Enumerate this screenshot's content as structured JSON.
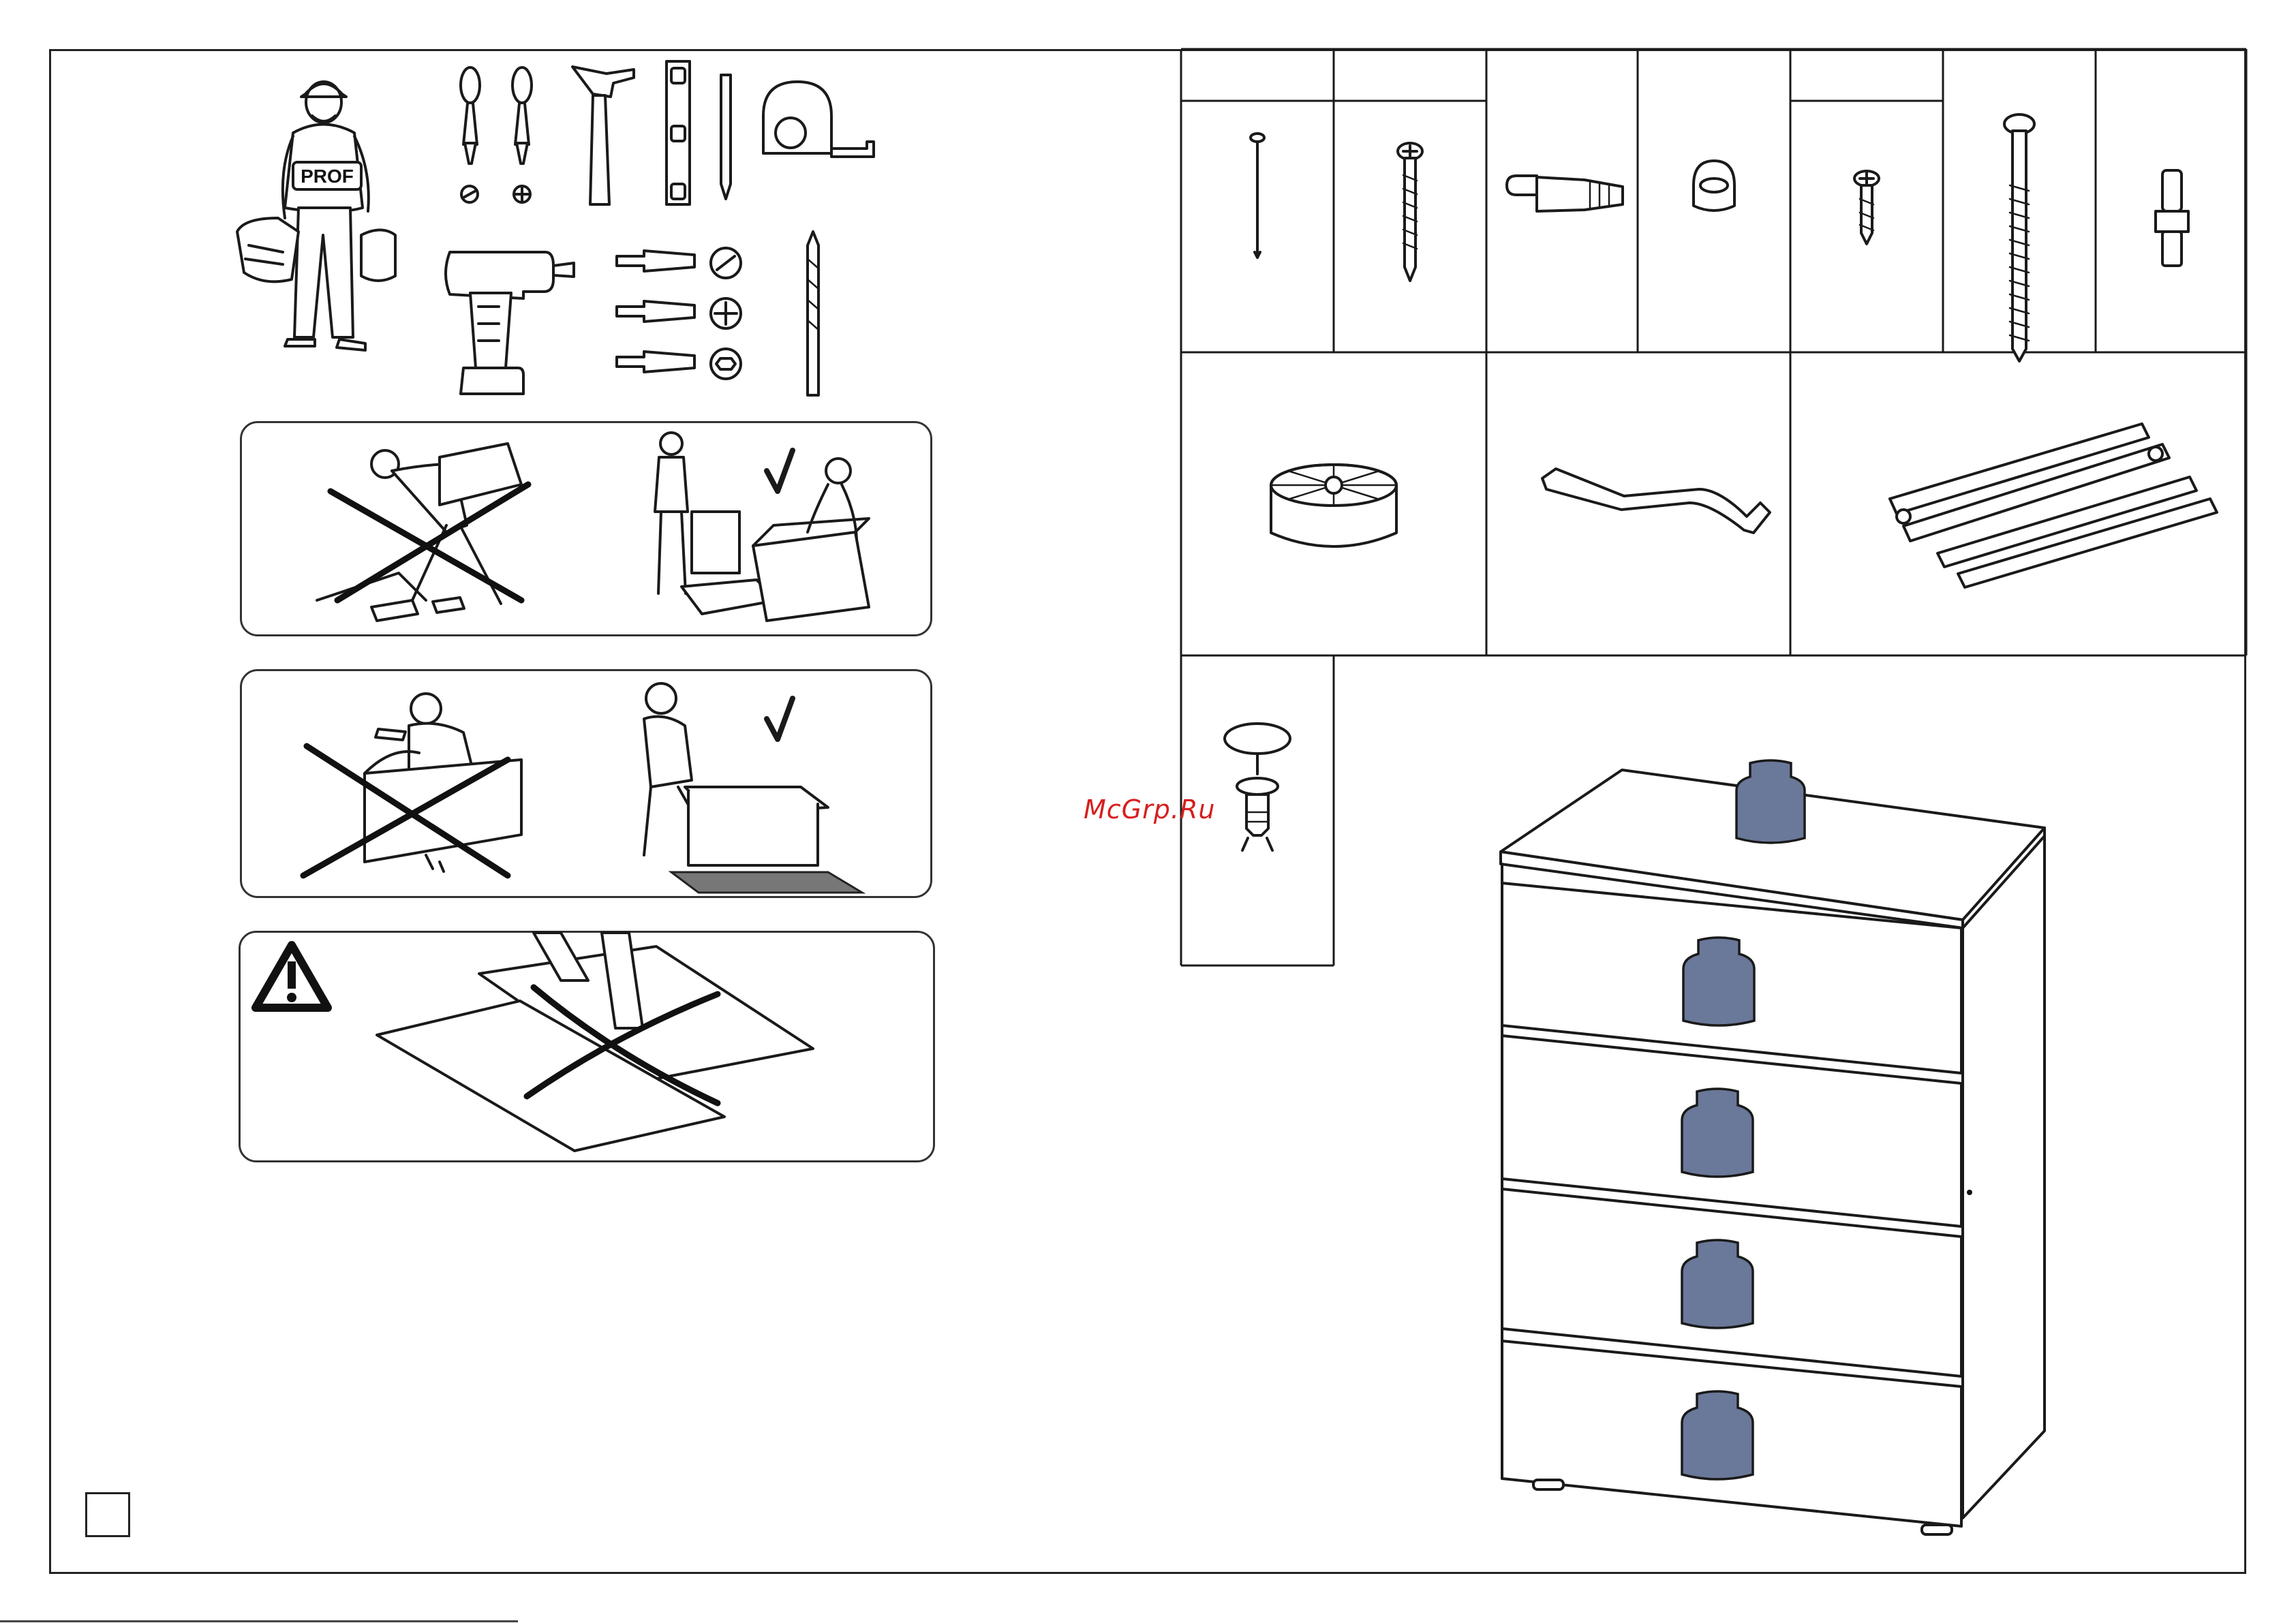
{
  "watermark": {
    "text": "McGrp.Ru",
    "color": "#d61f1f"
  },
  "tools": {
    "worker_label": "PROF",
    "icons": [
      "worker-icon",
      "flat-screwdriver-icon",
      "phillips-screwdriver-icon",
      "hammer-icon",
      "spirit-level-icon",
      "pencil-icon",
      "tape-measure-icon",
      "cordless-drill-icon",
      "flat-bit-icon",
      "phillips-bit-icon",
      "hex-bit-icon",
      "drill-bit-icon"
    ]
  },
  "guidance_panels": [
    {
      "wrong": "working-on-sawhorse",
      "right": "working-on-floor-with-helper"
    },
    {
      "wrong": "hammering-without-protection",
      "right": "assembling-on-mat"
    },
    {
      "warning": "do-not-walk-on-panels"
    }
  ],
  "hardware": [
    "nail-icon",
    "wood-screw-icon",
    "connector-bolt-icon",
    "cam-lock-icon",
    "short-screw-icon",
    "long-screw-icon",
    "dowel-pin-icon",
    "plastic-foot-icon",
    "hex-key-icon",
    "drawer-runner-icon",
    "shelf-support-icon"
  ],
  "colors": {
    "weight": "#6a7899",
    "ink": "#1a1a1a",
    "border": "#222222"
  },
  "diagram": {
    "object": "chest-of-drawers",
    "drawer_count": 4,
    "weight_count": 5
  }
}
